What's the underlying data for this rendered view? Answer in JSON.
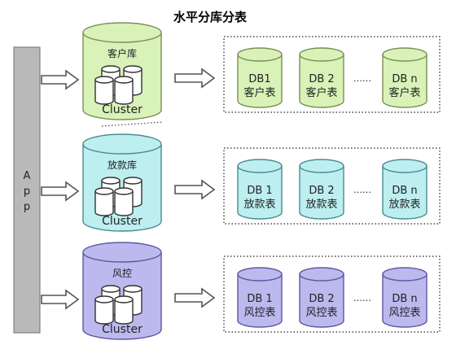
{
  "title": "水平分库分表",
  "app_label": "App",
  "colors": {
    "title": "#e00000",
    "app_bar_fill": "#b9b9b9",
    "app_bar_stroke": "#6f6f6f",
    "green_fill": "#d8f2b8",
    "green_stroke": "#7d8f55",
    "cyan_fill": "#bdeef0",
    "cyan_stroke": "#4a8c92",
    "purple_fill": "#bcb9ee",
    "purple_stroke": "#5d58a2",
    "white_cylinder": "#ffffff",
    "arrow_stroke": "#555555",
    "dotted_border": "#222222"
  },
  "rows": [
    {
      "id": "customer",
      "color": "green",
      "db_name": "客户库",
      "cluster_label": "Cluster",
      "shards": [
        {
          "line1": "DB1",
          "line2": "客户表"
        },
        {
          "line1": "DB 2",
          "line2": "客户表"
        },
        {
          "line1": "DB n",
          "line2": "客户表"
        }
      ],
      "ellipsis": "……"
    },
    {
      "id": "loan",
      "color": "cyan",
      "db_name": "放款库",
      "cluster_label": "Cluster",
      "shards": [
        {
          "line1": "DB 1",
          "line2": "放款表"
        },
        {
          "line1": "DB 2",
          "line2": "放款表"
        },
        {
          "line1": "DB n",
          "line2": "放款表"
        }
      ],
      "ellipsis": "……"
    },
    {
      "id": "risk",
      "color": "purple",
      "db_name": "风控",
      "cluster_label": "Cluster",
      "shards": [
        {
          "line1": "DB 1",
          "line2": "风控表"
        },
        {
          "line1": "DB 2",
          "line2": "风控表"
        },
        {
          "line1": "DB n",
          "line2": "风控表"
        }
      ],
      "ellipsis": "……"
    }
  ]
}
